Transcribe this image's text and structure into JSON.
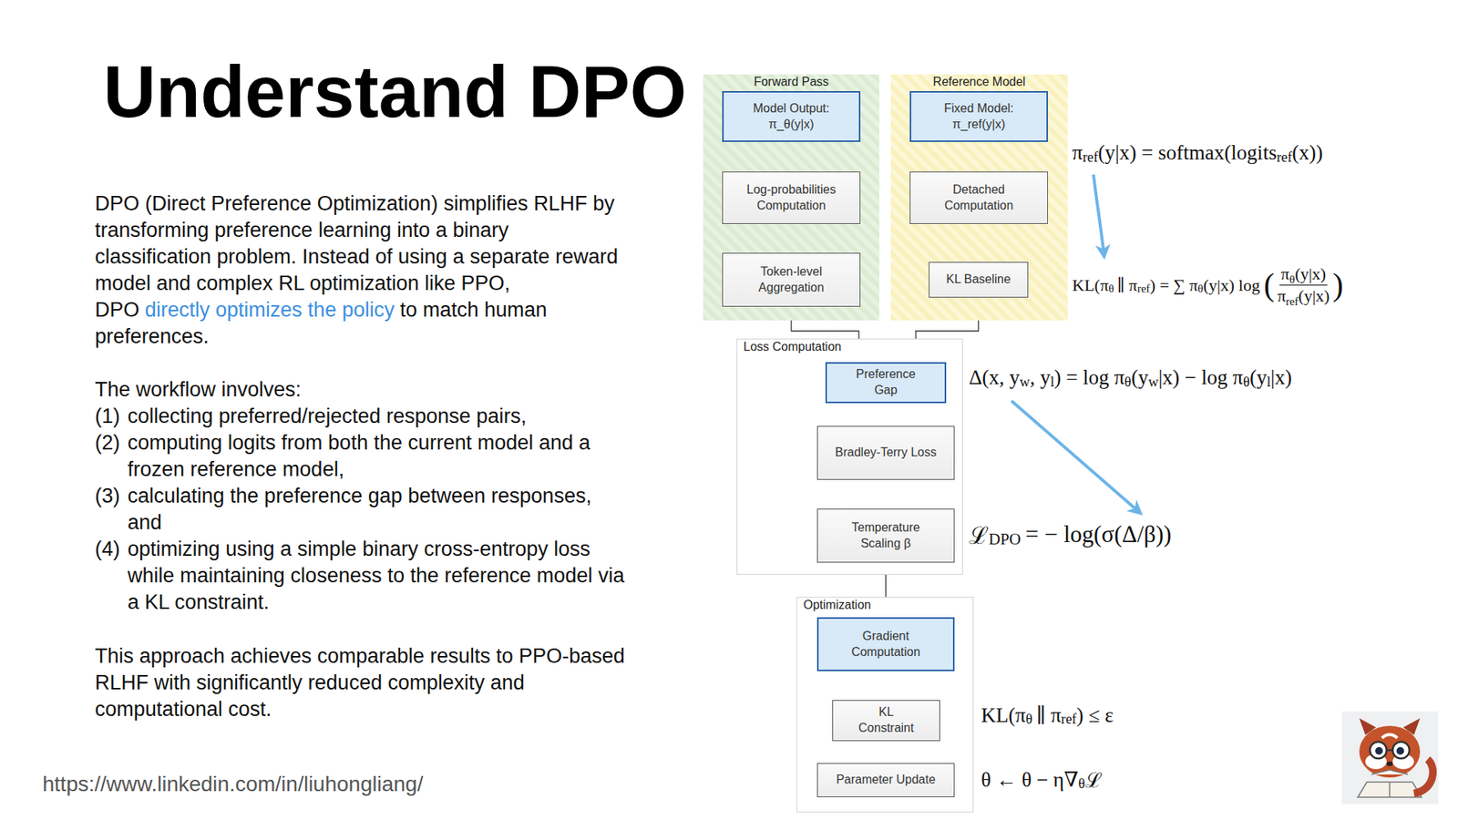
{
  "diagram": {
    "title": "Understand DPO",
    "nodes": [
      {
        "text": [
          "Forward Pass"
        ]
      },
      {
        "text": [
          "Model Output: π_θ(y|x)"
        ],
        "in": 0
      },
      {
        "text": [
          "Log-probabilities Computation"
        ],
        "in": 0
      },
      {
        "text": [
          "Token-level Aggregation"
        ],
        "in": 0
      },
      {
        "text": [
          "Reference Model"
        ]
      },
      {
        "text": [
          "Fixed Model: π_ref(y|x)"
        ],
        "in": 4
      },
      {
        "text": [
          "Detached Computation"
        ],
        "in": 4
      },
      {
        "text": [
          "KL Baseline"
        ],
        "in": 4
      },
      {
        "text": [
          "Loss Computation"
        ]
      },
      {
        "text": [
          "Preference Gap"
        ],
        "in": 8
      },
      {
        "text": [
          "Bradley-Terry Loss"
        ],
        "in": 8
      },
      {
        "text": [
          "Temperature Scaling β"
        ],
        "in": 8
      },
      {
        "text": [
          "Optimization"
        ]
      },
      {
        "text": [
          "Gradient Computation"
        ],
        "in": 12
      },
      {
        "text": [
          "KL Constraint"
        ],
        "in": 12
      },
      {
        "text": [
          "Parameter Update"
        ],
        "in": 12
      }
    ],
    "edges": [
      {
        "from": 1,
        "to": 2,
        "arrow": "to"
      },
      {
        "from": 2,
        "to": 3,
        "arrow": "to"
      },
      {
        "from": 5,
        "to": 6,
        "arrow": "to"
      },
      {
        "from": 6,
        "to": 7,
        "arrow": "to"
      },
      {
        "from": 3,
        "to": 9,
        "arrow": "to"
      },
      {
        "from": 7,
        "to": 9,
        "arrow": "to"
      },
      {
        "from": 9,
        "to": 10,
        "arrow": "to"
      },
      {
        "from": 10,
        "to": 11,
        "arrow": "to"
      },
      {
        "from": 11,
        "to": 13,
        "arrow": "to"
      },
      {
        "from": 13,
        "to": 14,
        "arrow": "to"
      },
      {
        "from": 14,
        "to": 15,
        "arrow": "to"
      }
    ],
    "labels": [
      "DPO (Direct Preference Optimization) simplifies RLHF by transforming preference learning into a binary classification problem. Instead of using a separate reward model and complex RL optimization like PPO, DPO",
      "directly optimizes the policy",
      "to match human preferences.",
      "The workflow involves:",
      "(1)",
      "collecting preferred/rejected response pairs,",
      "(2)",
      "computing logits from both the current model and a frozen reference model,",
      "(3)",
      "calculating the preference gap between responses, and",
      "(4)",
      "optimizing using a simple binary cross-entropy loss while maintaining closeness to the reference model via a KL constraint.",
      "This approach achieves comparable results to PPO-based RLHF with significantly reduced complexity and computational cost.",
      "https://www.linkedin.com/in/liuhongliang/",
      "π",
      "ref",
      "(y|x) = softmax(logits",
      "ref",
      "(x))",
      "KL(π",
      "θ",
      "∥ π",
      "ref",
      ") = ∑ π",
      "θ",
      "(y|x) log",
      "(",
      "π",
      "θ",
      "(y|x)",
      "π",
      "ref",
      "(y|x)",
      ")",
      "Δ(x, y",
      "w",
      ", y",
      "l",
      ") = log π",
      "θ",
      "(y",
      "w",
      "|x) − log π",
      "θ",
      "(y",
      "l",
      "|x)",
      "ℒ",
      "DPO",
      "= − log(σ(Δ/β))",
      "KL(π",
      "θ",
      "∥ π",
      "ref",
      ") ≤ ε",
      "θ ← θ − η∇",
      "θ",
      "ℒ"
    ]
  }
}
